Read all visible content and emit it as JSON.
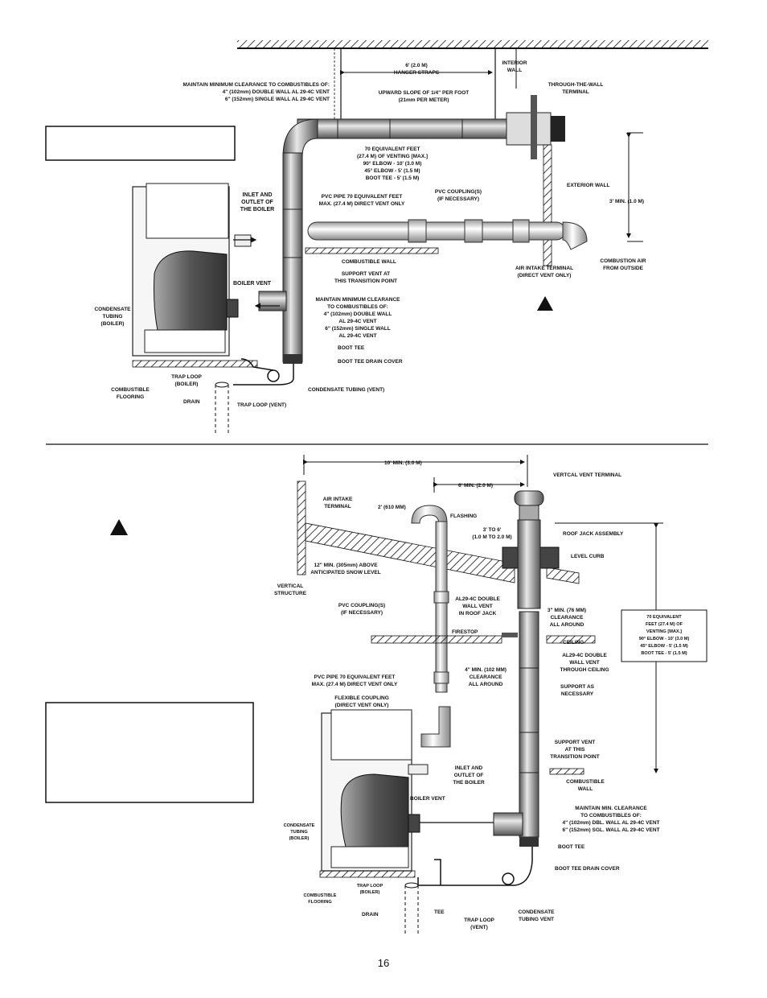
{
  "page_number": "16",
  "top_diagram": {
    "clearance_note": [
      "MAINTAIN MINIMUM CLEARANCE TO COMBUSTIBLES OF:",
      "4\" (102mm) DOUBLE WALL AL 29-4C VENT",
      "6\" (152mm) SINGLE WALL AL 29-4C VENT"
    ],
    "hanger_straps": [
      "6' (2.0 M)",
      "HANGER STRAPS"
    ],
    "interior_wall": [
      "INTERIOR",
      "WALL"
    ],
    "through_wall_terminal": [
      "THROUGH-THE-WALL",
      "TERMINAL"
    ],
    "upward_slope": [
      "UPWARD SLOPE OF 1/4\" PER FOOT",
      "(21mm PER METER)"
    ],
    "equivalent_feet": [
      "70 EQUIVALENT FEET",
      "(27.4 M) OF VENTING [MAX.]",
      "90° ELBOW - 10' (3.0 M)",
      "45° ELBOW - 5' (1.5 M)",
      "BOOT TEE - 5' (1.5 M)"
    ],
    "exterior_wall": "EXTERIOR WALL",
    "three_min": "3' MIN. (1.0 M)",
    "inlet_outlet": [
      "INLET AND",
      "OUTLET OF",
      "THE BOILER"
    ],
    "pvc_pipe": [
      "PVC PIPE 70 EQUIVALENT FEET",
      "MAX. (27.4 M) DIRECT VENT ONLY"
    ],
    "pvc_couplings": [
      "PVC COUPLING(S)",
      "(IF NECESSARY)"
    ],
    "combustible_wall": "COMBUSTIBLE WALL",
    "support_vent": [
      "SUPPORT VENT AT",
      "THIS TRANSITION POINT"
    ],
    "air_intake": [
      "AIR INTAKE TERMINAL",
      "(DIRECT VENT ONLY)"
    ],
    "combustion_air": [
      "COMBUSTION AIR",
      "FROM OUTSIDE"
    ],
    "boiler_vent": "BOILER VENT",
    "condensate_boiler": [
      "CONDENSATE",
      "TUBING",
      "(BOILER)"
    ],
    "min_clearance": [
      "MAINTAIN MINIMUM CLEARANCE",
      "TO COMBUSTIBLES OF:",
      "4\" (102mm) DOUBLE WALL",
      "AL 29-4C VENT",
      "6\" (152mm) SINGLE WALL",
      "AL 29-4C VENT"
    ],
    "boot_tee": "BOOT TEE",
    "boot_tee_drain": "BOOT TEE DRAIN COVER",
    "combustible_flooring": [
      "COMBUSTIBLE",
      "FLOORING"
    ],
    "trap_loop_boiler": [
      "TRAP LOOP",
      "(BOILER)"
    ],
    "drain": "DRAIN",
    "trap_loop_vent": "TRAP LOOP (VENT)",
    "condensate_vent": "CONDENSATE TUBING (VENT)"
  },
  "bottom_diagram": {
    "ten_min": "10' MIN. (3.0 M)",
    "six_min": "6' MIN. (2.0 M)",
    "vertical_terminal": "VERTCAL VENT TERMINAL",
    "air_intake": [
      "AIR INTAKE",
      "TERMINAL"
    ],
    "two_ft": "2' (610 MM)",
    "flashing": "FLASHING",
    "three_to_six": [
      "3' TO 6'",
      "(1.0 M TO 2.0 M)"
    ],
    "roof_jack": "ROOF JACK ASSEMBLY",
    "level_curb": "LEVEL CURB",
    "snow_level": [
      "12\" MIN. (305mm) ABOVE",
      "ANTICIPATED SNOW LEVEL"
    ],
    "vertical_structure": [
      "VERTICAL",
      "STRUCTURE"
    ],
    "al29_roof": [
      "AL29-4C DOUBLE",
      "WALL VENT",
      "IN ROOF JACK"
    ],
    "three_in_clearance": [
      "3\" MIN. (76 MM)",
      "CLEARANCE",
      "ALL AROUND"
    ],
    "equivalent_box": [
      "70 EQUIVALENT",
      "FEET (27.4 M) OF",
      "VENTING [MAX.]",
      "90° ELBOW - 10' (3.0 M)",
      "45° ELBOW - 5' (1.5 M)",
      "BOOT TEE - 5' (1.5 M)"
    ],
    "pvc_couplings": [
      "PVC COUPLING(S)",
      "(IF NECESSARY)"
    ],
    "firestop": "FIRESTOP",
    "ceiling": "CEILING",
    "al29_ceiling": [
      "AL29-4C DOUBLE",
      "WALL VENT",
      "THROUGH CEILING"
    ],
    "four_in_clearance": [
      "4\" MIN. (102 MM)",
      "CLEARANCE",
      "ALL AROUND"
    ],
    "support_necessary": [
      "SUPPORT AS",
      "NECESSARY"
    ],
    "pvc_pipe": [
      "PVC PIPE 70 EQUIVALENT FEET",
      "MAX. (27.4 M) DIRECT VENT ONLY"
    ],
    "flexible_coupling": [
      "FLEXIBLE COUPLING",
      "(DIRECT VENT ONLY)"
    ],
    "support_vent": [
      "SUPPORT VENT",
      "AT THIS",
      "TRANSITION POINT"
    ],
    "inlet_outlet": [
      "INLET AND",
      "OUTLET OF",
      "THE BOILER"
    ],
    "combustible_wall": [
      "COMBUSTIBLE",
      "WALL"
    ],
    "boiler_vent": "BOILER VENT",
    "min_clearance": [
      "MAINTAIN MIN. CLEARANCE",
      "TO COMBUSTIBLES OF:",
      "4\" (102mm) DBL. WALL AL 29-4C VENT",
      "6\" (152mm) SGL. WALL AL 29-4C VENT"
    ],
    "condensate_boiler": [
      "CONDENSATE",
      "TUBING",
      "(BOILER)"
    ],
    "boot_tee": "BOOT TEE",
    "boot_tee_drain": "BOOT TEE DRAIN COVER",
    "combustible_flooring": [
      "COMBUSTIBLE",
      "FLOORING"
    ],
    "trap_loop_boiler": [
      "TRAP LOOP",
      "(BOILER)"
    ],
    "drain": "DRAIN",
    "tee": "TEE",
    "trap_loop_vent": [
      "TRAP LOOP",
      "(VENT)"
    ],
    "condensate_vent": [
      "CONDENSATE",
      "TUBING VENT"
    ]
  }
}
